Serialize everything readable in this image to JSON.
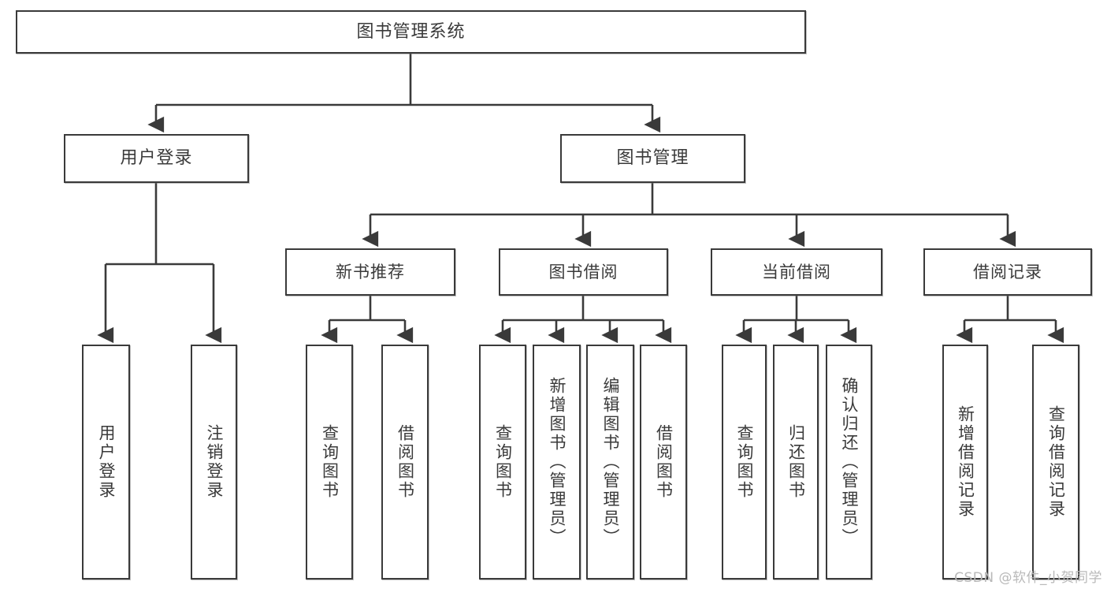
{
  "diagram": {
    "title": "图书管理系统",
    "type": "tree-hierarchy-chart",
    "watermark": "CSDN @软件_小贺同学",
    "colors": {
      "stroke": "#3a3a3a",
      "fill": "#ffffff",
      "text": "#3a3a3a",
      "watermark": "#b9b9b9"
    },
    "root": {
      "label": "图书管理系统"
    },
    "level2": [
      {
        "label": "用户登录"
      },
      {
        "label": "图书管理"
      }
    ],
    "level3": [
      {
        "label": "新书推荐"
      },
      {
        "label": "图书借阅"
      },
      {
        "label": "当前借阅"
      },
      {
        "label": "借阅记录"
      }
    ],
    "leaves": {
      "user_login": [
        {
          "label": "用户登录"
        },
        {
          "label": "注销登录"
        }
      ],
      "new_book": [
        {
          "label": "查询图书"
        },
        {
          "label": "借阅图书"
        }
      ],
      "book_borrow": [
        {
          "label": "查询图书"
        },
        {
          "label": "新增图书（管理员）"
        },
        {
          "label": "编辑图书（管理员）"
        },
        {
          "label": "借阅图书"
        }
      ],
      "current_borrow": [
        {
          "label": "查询图书"
        },
        {
          "label": "归还图书"
        },
        {
          "label": "确认归还（管理员）"
        }
      ],
      "borrow_record": [
        {
          "label": "新增借阅记录"
        },
        {
          "label": "查询借阅记录"
        }
      ]
    }
  }
}
